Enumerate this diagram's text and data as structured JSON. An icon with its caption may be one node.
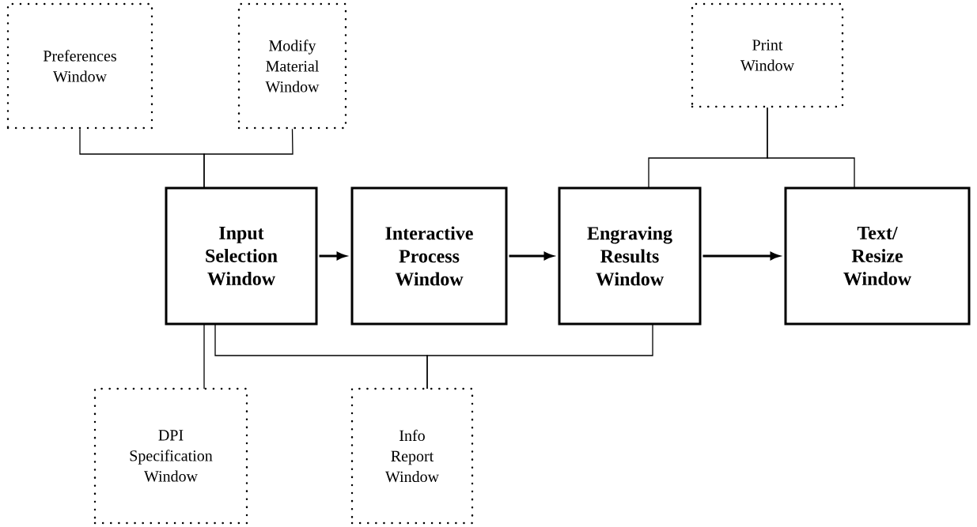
{
  "diagram": {
    "nodes": [
      {
        "text": [
          "Preferences Window"
        ]
      },
      {
        "text": [
          "Modify Material Window"
        ]
      },
      {
        "text": [
          "Print Window"
        ]
      },
      {
        "text": [
          "Input Selection Window"
        ]
      },
      {
        "text": [
          "Interactive Process Window"
        ]
      },
      {
        "text": [
          "Engraving Results Window"
        ]
      },
      {
        "text": [
          "Text/ Resize Window"
        ]
      },
      {
        "text": [
          "DPI Specification Window"
        ]
      },
      {
        "text": [
          "Info Report Window"
        ]
      }
    ],
    "edges": [
      {
        "from": 3,
        "to": 4,
        "arrow": "to"
      },
      {
        "from": 4,
        "to": 5,
        "arrow": "to"
      },
      {
        "from": 5,
        "to": 6,
        "arrow": "to"
      },
      {
        "from": 0,
        "to": 3,
        "arrow": "none"
      },
      {
        "from": 1,
        "to": 3,
        "arrow": "none"
      },
      {
        "from": 2,
        "to": 5,
        "arrow": "none"
      },
      {
        "from": 2,
        "to": 6,
        "arrow": "none"
      },
      {
        "from": 3,
        "to": 7,
        "arrow": "none"
      },
      {
        "from": 3,
        "to": 8,
        "arrow": "none"
      },
      {
        "from": 5,
        "to": 8,
        "arrow": "none"
      }
    ]
  }
}
